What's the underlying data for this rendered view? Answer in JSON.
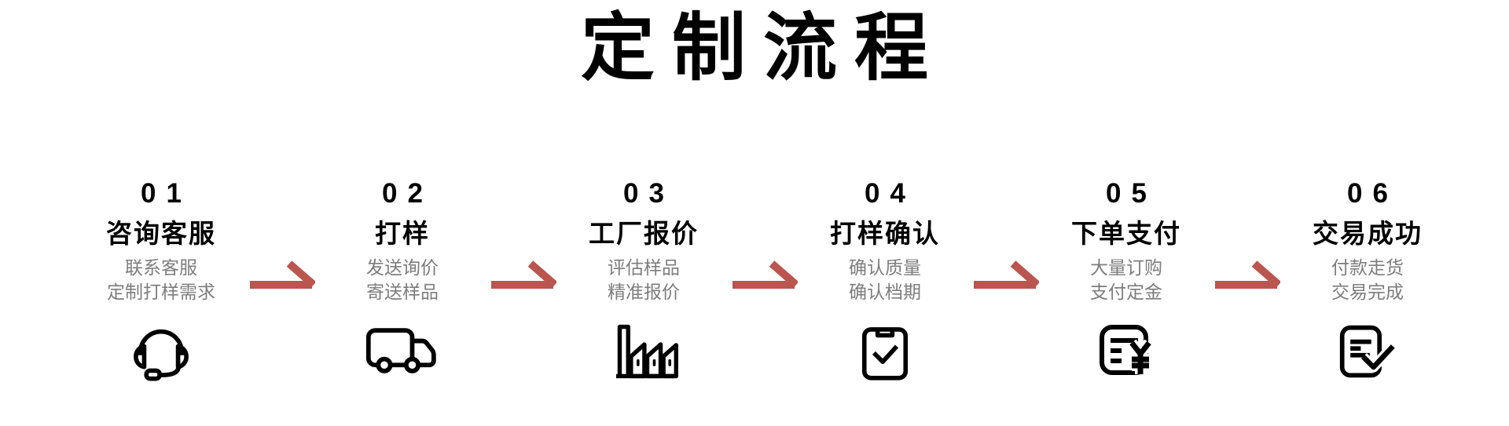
{
  "page": {
    "title": "定制流程"
  },
  "colors": {
    "text_primary": "#000000",
    "text_secondary": "#7d7d7d",
    "arrow": "#ba554f",
    "background": "#ffffff"
  },
  "arrows": {
    "style": "right-half-arrow",
    "count": 5
  },
  "steps": [
    {
      "number": "01",
      "title": "咨询客服",
      "lines": [
        "联系客服",
        "定制打样需求"
      ],
      "icon": "headset-icon"
    },
    {
      "number": "02",
      "title": "打样",
      "lines": [
        "发送询价",
        "寄送样品"
      ],
      "icon": "truck-icon"
    },
    {
      "number": "03",
      "title": "工厂报价",
      "lines": [
        "评估样品",
        "精准报价"
      ],
      "icon": "factory-icon"
    },
    {
      "number": "04",
      "title": "打样确认",
      "lines": [
        "确认质量",
        "确认档期"
      ],
      "icon": "clipboard-check-icon"
    },
    {
      "number": "05",
      "title": "下单支付",
      "lines": [
        "大量订购",
        "支付定金"
      ],
      "icon": "invoice-yuan-icon"
    },
    {
      "number": "06",
      "title": "交易成功",
      "lines": [
        "付款走货",
        "交易完成"
      ],
      "icon": "document-check-icon"
    }
  ]
}
